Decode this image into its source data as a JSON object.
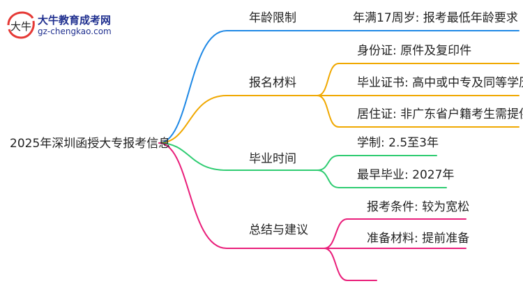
{
  "logo": {
    "title": "大牛教育成考网",
    "url": "gz-chengkao.com",
    "mark_text": "大牛"
  },
  "root": {
    "label": "2025年深圳函授大专报考信息"
  },
  "branches": [
    {
      "label": "年龄限制",
      "color": "#1e88e5",
      "leaves": [
        "年满17周岁: 报考最低年龄要求"
      ]
    },
    {
      "label": "报名材料",
      "color": "#f0a800",
      "leaves": [
        "身份证: 原件及复印件",
        "毕业证书: 高中或中专及同等学历",
        "居住证: 非广东省户籍考生需提供"
      ]
    },
    {
      "label": "毕业时间",
      "color": "#2ecc71",
      "leaves": [
        "学制: 2.5至3年",
        "最早毕业: 2027年"
      ]
    },
    {
      "label": "总结与建议",
      "color": "#e91e7a",
      "leaves": [
        "报考条件: 较为宽松",
        "准备材料: 提前准备",
        ""
      ]
    }
  ]
}
